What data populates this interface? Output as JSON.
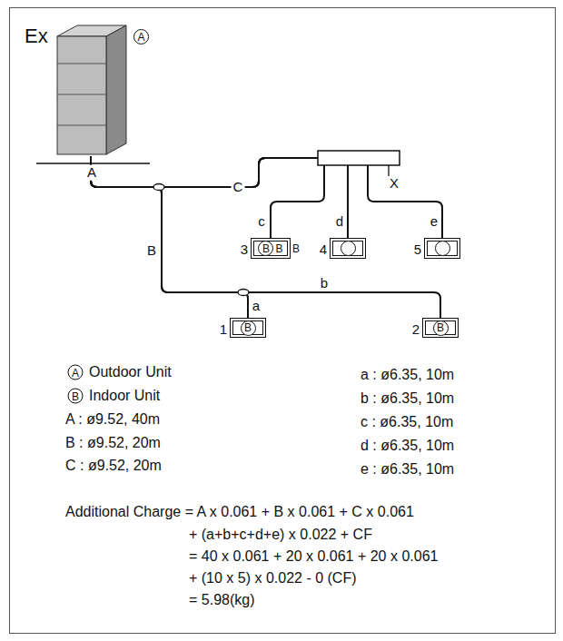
{
  "diagram": {
    "title": "Ex",
    "nodes": [
      {
        "text": [
          "A"
        ]
      },
      {
        "text": [
          "3",
          "B",
          "B",
          "B"
        ]
      },
      {
        "text": [
          "4"
        ]
      },
      {
        "text": [
          "5"
        ]
      },
      {
        "text": [
          "1",
          "B"
        ]
      },
      {
        "text": [
          "2",
          "B"
        ]
      }
    ],
    "edges": [
      {
        "from": 0,
        "to": 1,
        "arrow": "none"
      },
      {
        "from": 0,
        "to": 2,
        "arrow": "none"
      },
      {
        "from": 0,
        "to": 3,
        "arrow": "none"
      },
      {
        "from": 0,
        "to": 4,
        "arrow": "none"
      },
      {
        "from": 0,
        "to": 5,
        "arrow": "none"
      }
    ],
    "labels": [
      "A",
      "C",
      "B",
      "a",
      "b",
      "c",
      "d",
      "e",
      "X",
      "A",
      "B",
      "A : ø9.52, 40m",
      "B : ø9.52, 20m",
      "C : ø9.52, 20m",
      "a : ø6.35, 10m",
      "b : ø6.35, 10m",
      "c : ø6.35, 10m",
      "d : ø6.35, 10m",
      "e : ø6.35, 10m",
      "Additional Charge = A x 0.061 + B x 0.061 + C x 0.061",
      "+ (a+b+c+d+e) x 0.022 + CF",
      "= 40 x 0.061 + 20 x 0.061 + 20 x 0.061",
      "+ (10 x 5) x 0.022 - 0 (CF)",
      "= 5.98(kg)"
    ],
    "legend": [
      {
        "text": "Outdoor Unit"
      },
      {
        "text": "Indoor Unit"
      }
    ]
  }
}
